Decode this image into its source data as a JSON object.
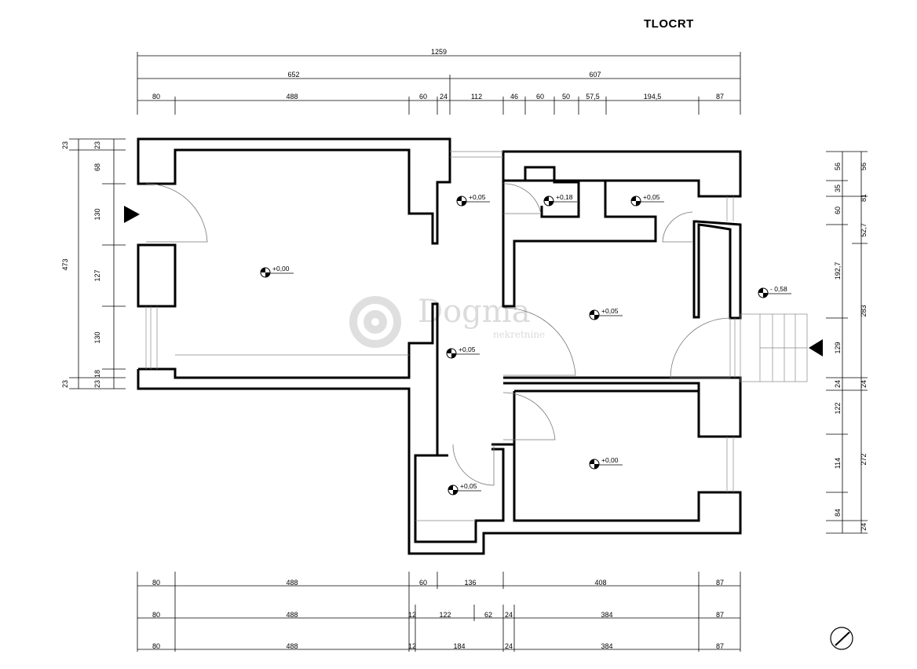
{
  "title": "TLOCRT",
  "watermark": {
    "brand": "Dogma",
    "sub": "nekretnine"
  },
  "dims_top": {
    "total": "1259",
    "halves": [
      "652",
      "607"
    ],
    "parts": [
      "80",
      "488",
      "60",
      "24",
      "112",
      "46",
      "60",
      "50",
      "57,5",
      "194,5",
      "87"
    ]
  },
  "dims_left": {
    "total": "473",
    "outer": [
      "23",
      "23"
    ],
    "inner": [
      "23",
      "68",
      "130",
      "127",
      "130",
      "18",
      "23"
    ]
  },
  "dims_right": {
    "inner": [
      "56",
      "35",
      "60",
      "192,7",
      "129",
      "24",
      "122",
      "114",
      "84"
    ],
    "outer": [
      "56",
      "81",
      "52,7",
      "283",
      "24",
      "272",
      "24"
    ]
  },
  "dims_bottom": {
    "row1": [
      "80",
      "488",
      "60",
      "136",
      "408",
      "87"
    ],
    "row2": [
      "80",
      "488",
      "12",
      "122",
      "62",
      "24",
      "384",
      "87"
    ],
    "row3": [
      "80",
      "488",
      "12",
      "184",
      "24",
      "384",
      "87"
    ]
  },
  "levels": [
    "+0,00",
    "+0,05",
    "+0,18",
    "+0,05",
    "+0,05",
    "+0,05",
    "+0,00",
    "+0,05",
    "- 0,58"
  ],
  "colors": {
    "line": "#000000",
    "watermark": "#d8d8d8"
  }
}
